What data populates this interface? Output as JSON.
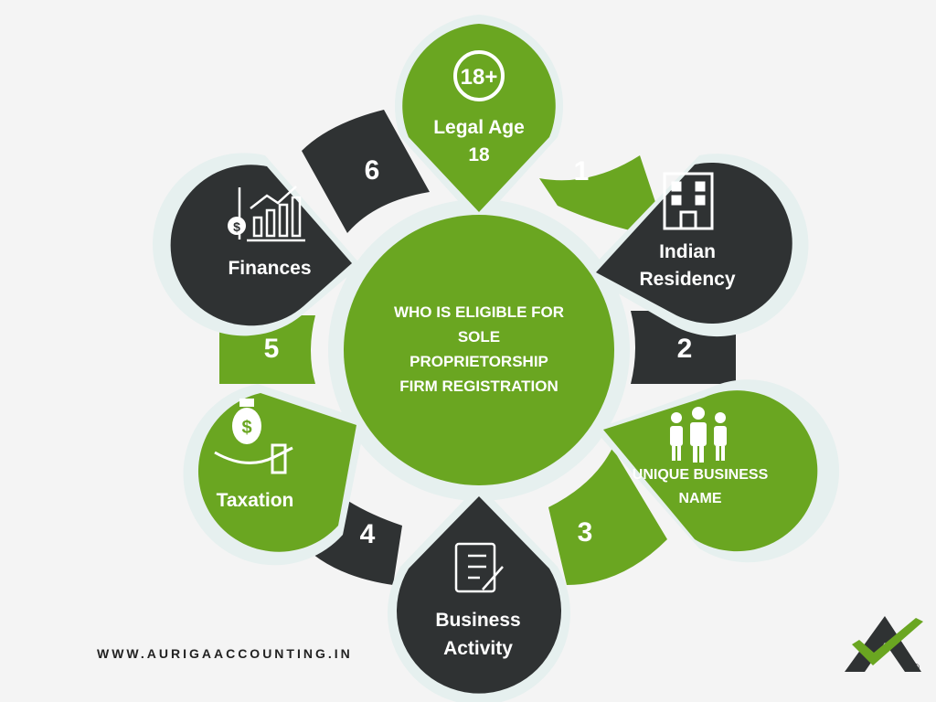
{
  "center": {
    "lines": [
      "WHO IS ELIGIBLE FOR",
      "SOLE",
      "PROPRIETORSHIP",
      "FIRM REGISTRATION"
    ]
  },
  "segments": [
    {
      "number": "1",
      "color": "#6aa621"
    },
    {
      "number": "2",
      "color": "#2f3233"
    },
    {
      "number": "3",
      "color": "#6aa621"
    },
    {
      "number": "4",
      "color": "#2f3233"
    },
    {
      "number": "5",
      "color": "#6aa621"
    },
    {
      "number": "6",
      "color": "#2f3233"
    }
  ],
  "items": [
    {
      "icon": "age-18-plus-icon",
      "badge": "18+",
      "lines": [
        "Legal Age",
        "18"
      ],
      "color": "#6aa621"
    },
    {
      "icon": "building-icon",
      "lines": [
        "Indian",
        "Residency"
      ],
      "color": "#2f3233"
    },
    {
      "icon": "people-group-icon",
      "lines": [
        "UNIQUE BUSINESS",
        "NAME"
      ],
      "color": "#6aa621"
    },
    {
      "icon": "checklist-document-icon",
      "lines": [
        "Business",
        "Activity"
      ],
      "color": "#2f3233"
    },
    {
      "icon": "money-bag-hand-icon",
      "lines": [
        "Taxation"
      ],
      "color": "#6aa621"
    },
    {
      "icon": "finance-chart-icon",
      "lines": [
        "Finances"
      ],
      "color": "#2f3233"
    }
  ],
  "footer": {
    "website": "WWW.AURIGAACCOUNTING.IN"
  },
  "logo": {
    "icon": "auriga-logo-icon",
    "mark": "®"
  },
  "colors": {
    "green": "#6aa621",
    "dark": "#2f3233",
    "halo": "#e6f0ef",
    "background": "#f4f4f4"
  }
}
